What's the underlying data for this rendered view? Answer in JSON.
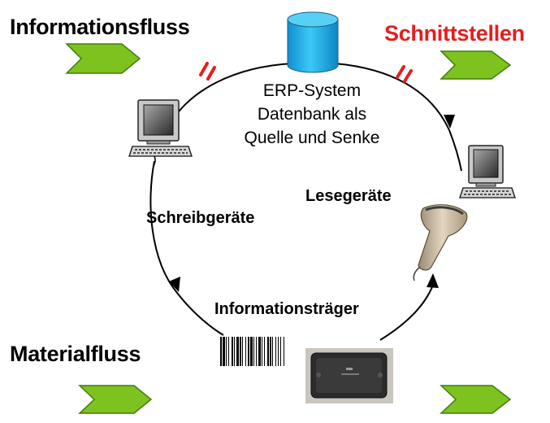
{
  "labels": {
    "information_flow": "Informationsfluss",
    "interfaces": "Schnittstellen",
    "material_flow": "Materialfluss",
    "write_devices": "Schreibgeräte",
    "read_devices": "Lesegeräte",
    "info_carrier": "Informationsträger"
  },
  "erp": {
    "line1": "ERP-System",
    "line2": "Datenbank als",
    "line3": "Quelle und Senke"
  },
  "colors": {
    "interfaces_text": "#e41e1e",
    "arrow_fill": "#7dc21e",
    "arrow_stroke": "#3f7f0b",
    "database_fill": "#1fb3ef",
    "interface_mark": "#e41e1e"
  },
  "icons": {
    "database": "database-cylinder-icon",
    "computer": "desktop-computer-icon",
    "scanner": "barcode-scanner-icon",
    "barcode": "barcode-icon",
    "rfid": "rfid-tag-icon"
  }
}
